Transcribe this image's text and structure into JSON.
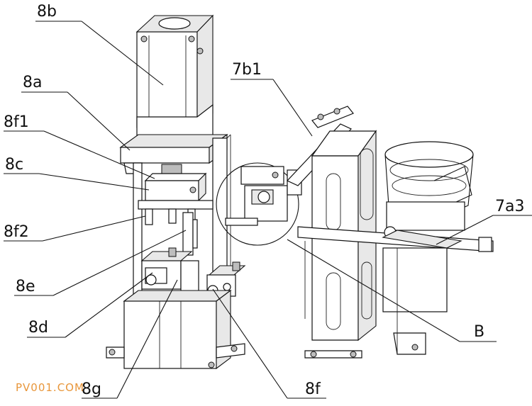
{
  "labels": {
    "8b": "8b",
    "8a": "8a",
    "8f1": "8f1",
    "8c": "8c",
    "8f2": "8f2",
    "8e": "8e",
    "8d": "8d",
    "8g": "8g",
    "8f": "8f",
    "7b1": "7b1",
    "7a3": "7a3",
    "B": "B"
  },
  "watermark": "PV001.COM"
}
